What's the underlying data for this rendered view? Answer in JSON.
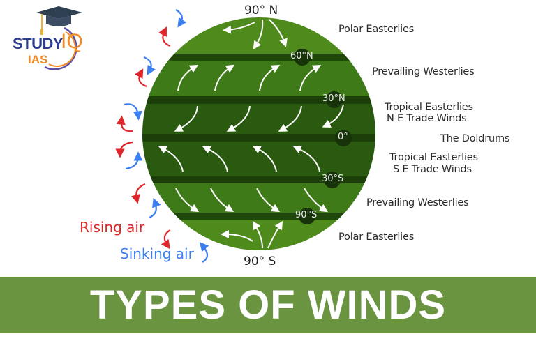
{
  "logo": {
    "study": "STUDY",
    "iq": "IQ",
    "ias": "IAS",
    "colors": {
      "navy": "#2e3e8e",
      "orange": "#f08a24",
      "cap": "#2f3f52"
    }
  },
  "globe": {
    "colors": {
      "polar": "#4e8b1c",
      "mid": "#336a14",
      "tropical": "#2a5a10",
      "band": "#1c3f0a",
      "marker": "#17330a"
    },
    "latitude_markers": [
      "60°N",
      "30°N",
      "0°",
      "30°S",
      "90°S"
    ],
    "poles": {
      "north": "90° N",
      "south": "90° S"
    }
  },
  "wind_zones": [
    {
      "label": "Polar Easterlies"
    },
    {
      "label": "Prevailing Westerlies"
    },
    {
      "label": "Tropical Easterlies",
      "sub": "N E Trade Winds"
    },
    {
      "label": "The Doldrums"
    },
    {
      "label": "Tropical Easterlies",
      "sub": "S E Trade Winds"
    },
    {
      "label": "Prevailing Westerlies"
    },
    {
      "label": "Polar Easterlies"
    }
  ],
  "legend": {
    "rising": {
      "label": "Rising air",
      "color": "#e0262b"
    },
    "sinking": {
      "label": "Sinking air",
      "color": "#3b7ff0"
    }
  },
  "banner": {
    "title": "TYPES OF WINDS",
    "color": "#6a9440"
  }
}
